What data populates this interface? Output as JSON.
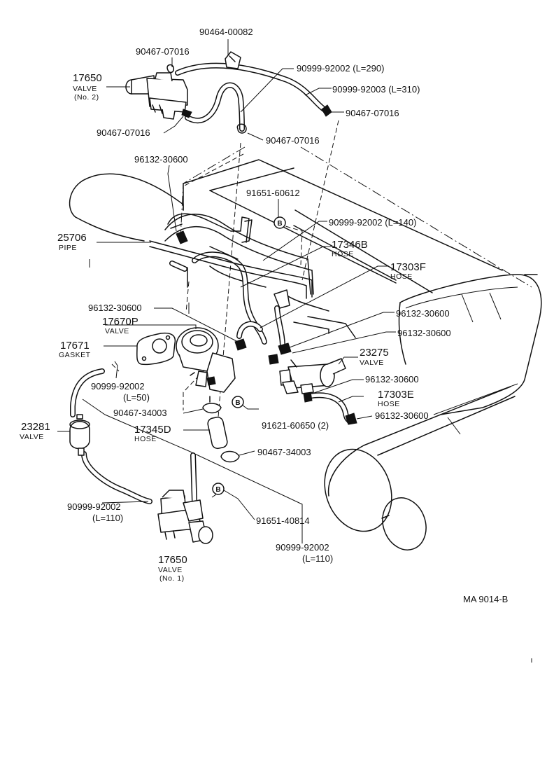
{
  "labels": {
    "p_90464_00082": "90464-00082",
    "p_90467_07016_a": "90467-07016",
    "p_90999_92002_l290": "90999-92002 (L=290)",
    "p_90999_92003_l310": "90999-92003 (L=310)",
    "p_90467_07016_b": "90467-07016",
    "p_90467_07016_c": "90467-07016",
    "p_90467_07016_d": "90467-07016",
    "p_17650_top": "17650",
    "valve_top": "VALVE",
    "no2": "(No. 2)",
    "p_96132_30600_a": "96132-30600",
    "p_91651_60612": "91651-60612",
    "p_90999_92002_l140": "90999-92002 (L=140)",
    "p_25706": "25706",
    "pipe": "PIPE",
    "p_17346b": "17346B",
    "hose_17346b": "HOSE",
    "p_17303f": "17303F",
    "hose_17303f": "HOSE",
    "p_96132_30600_b": "96132-30600",
    "p_17670p": "17670P",
    "valve_17670p": "VALVE",
    "p_96132_30600_c": "96132-30600",
    "p_96132_30600_d": "96132-30600",
    "p_17671": "17671",
    "gasket": "GASKET",
    "p_23275": "23275",
    "valve_23275": "VALVE",
    "p_90999_92002_l50": "90999-92002",
    "l50": "(L=50)",
    "p_96132_30600_e": "96132-30600",
    "p_17303e": "17303E",
    "hose_17303e": "HOSE",
    "p_23281": "23281",
    "valve_23281": "VALVE",
    "p_90467_34003_a": "90467-34003",
    "p_91621_60650": "91621-60650 (2)",
    "p_96132_30600_f": "96132-30600",
    "p_17345d": "17345D",
    "hose_17345d": "HOSE",
    "p_90467_34003_b": "90467-34003",
    "p_90999_92002_l110a": "90999-92002",
    "l110a": "(L=110)",
    "p_91651_40814": "91651-40814",
    "p_90999_92002_l110b": "90999-92002",
    "l110b": "(L=110)",
    "p_17650_bottom": "17650",
    "valve_bottom": "VALVE",
    "no1": "(No. 1)",
    "bolt_b1": "B",
    "bolt_b2": "B",
    "bolt_b3": "B",
    "drawing_code": "MA  9014-B"
  }
}
